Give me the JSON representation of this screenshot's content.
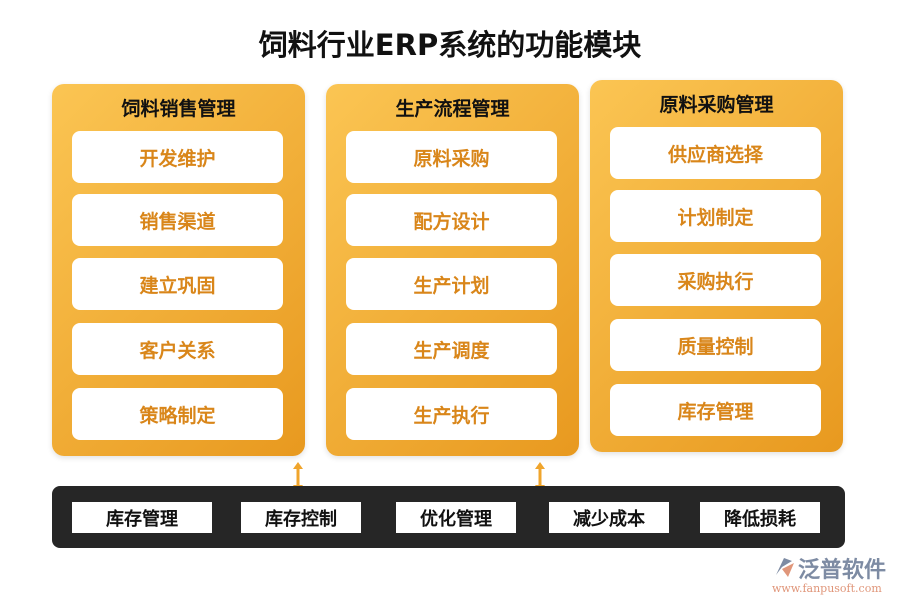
{
  "title": "饲料行业ERP系统的功能模块",
  "modules": [
    {
      "title": "饲料销售管理",
      "items": [
        "开发维护",
        "销售渠道",
        "建立巩固",
        "客户关系",
        "策略制定"
      ]
    },
    {
      "title": "生产流程管理",
      "items": [
        "原料采购",
        "配方设计",
        "生产计划",
        "生产调度",
        "生产执行"
      ]
    },
    {
      "title": "原料采购管理",
      "items": [
        "供应商选择",
        "计划制定",
        "采购执行",
        "质量控制",
        "库存管理"
      ]
    }
  ],
  "bottom_bar": [
    "库存管理",
    "库存控制",
    "优化管理",
    "减少成本",
    "降低损耗"
  ],
  "logo": {
    "name": "泛普软件",
    "url": "www.fanpusoft.com"
  },
  "colors": {
    "card": "#f2ad3a",
    "item_text": "#d9861a",
    "bar": "#262626"
  }
}
